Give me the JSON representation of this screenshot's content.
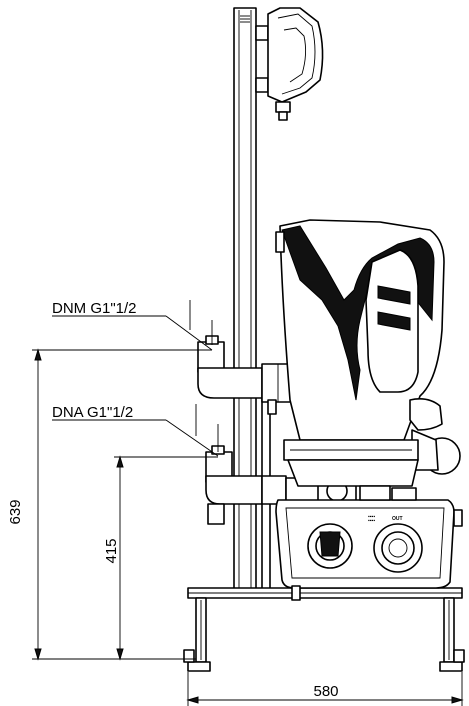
{
  "labels": {
    "dnm": "DNM G1\"1/2",
    "dna": "DNA G1\"1/2",
    "port_out": "OUT"
  },
  "dimensions": {
    "total_height": "639",
    "inlet_height": "415",
    "base_width": "580"
  }
}
